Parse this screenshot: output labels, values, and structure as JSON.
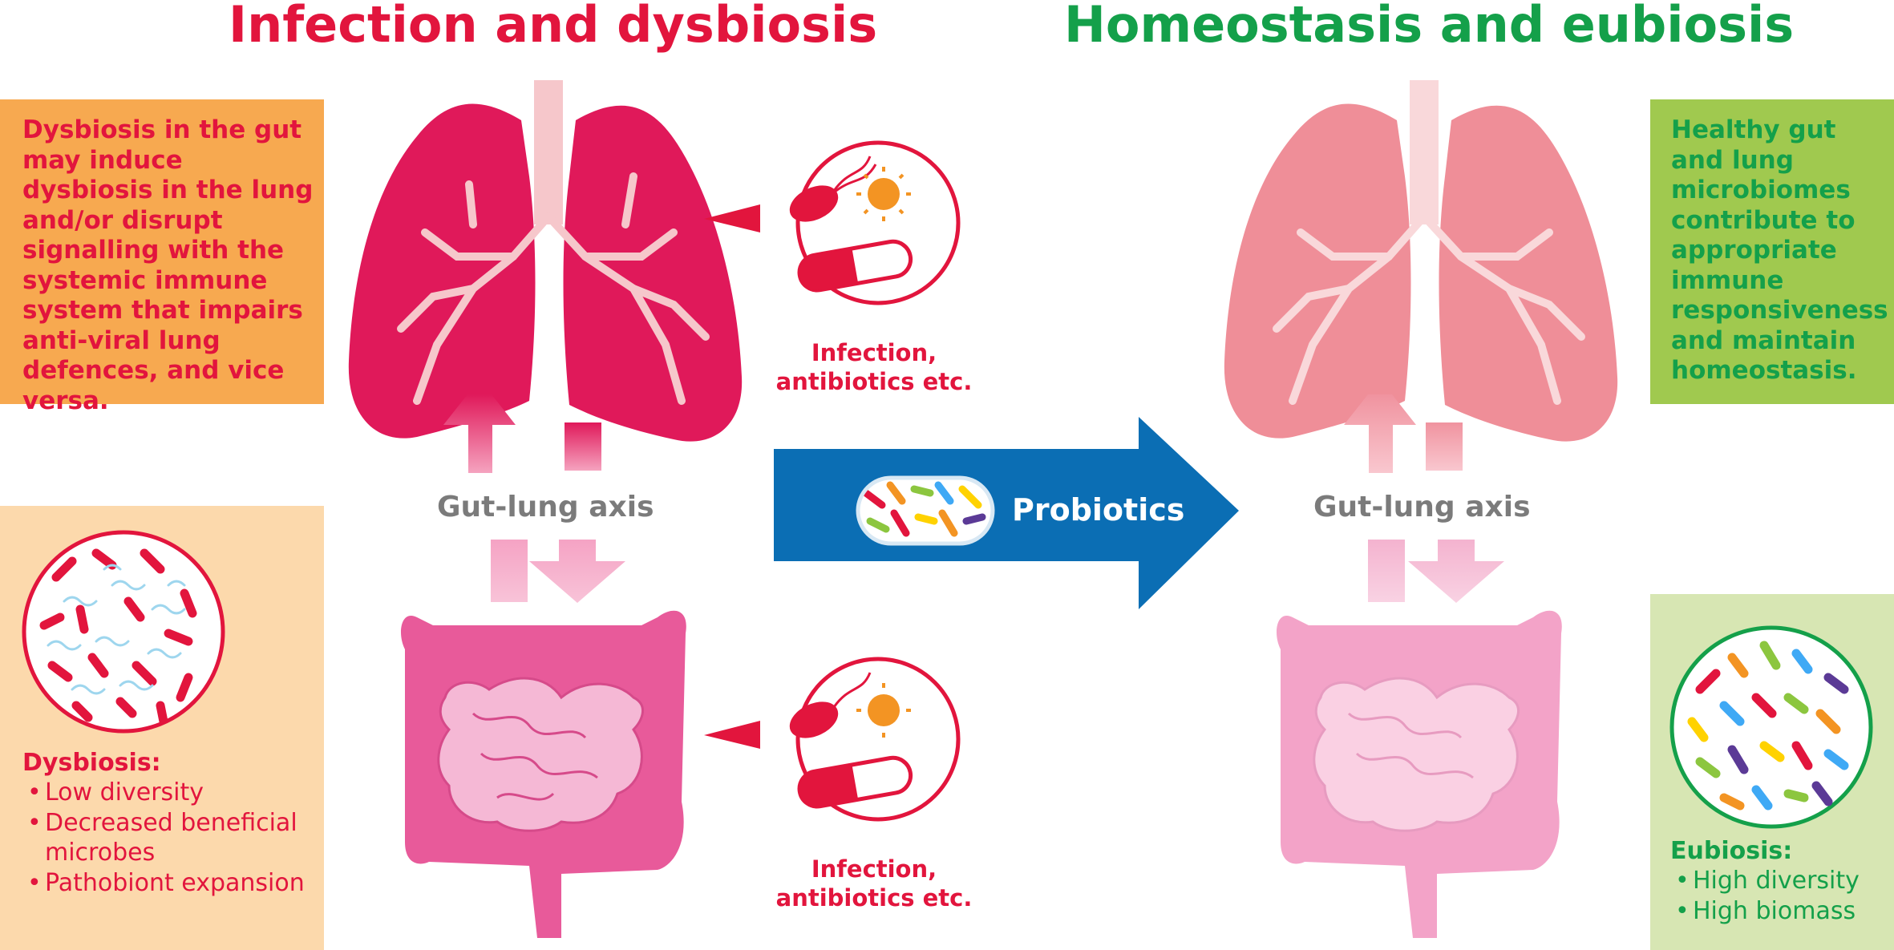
{
  "titles": {
    "left": "Infection and dysbiosis",
    "right": "Homeostasis and eubiosis"
  },
  "left_panel": {
    "description": "Dysbiosis in the gut may induce dysbiosis in the lung and/or disrupt signalling with the systemic immune system that impairs anti-viral lung defences, and vice versa.",
    "list_heading": "Dysbiosis:",
    "list_items": [
      "Low diversity",
      "Decreased beneficial microbes",
      "Pathobiont expansion"
    ]
  },
  "right_panel": {
    "description": "Healthy gut and lung microbiomes contribute to appropriate immune responsiveness and maintain homeostasis.",
    "list_heading": "Eubiosis:",
    "list_items": [
      "High diversity",
      "High biomass"
    ]
  },
  "axis_label_left": "Gut-lung axis",
  "axis_label_right": "Gut-lung axis",
  "cause_label_lung": "Infection, antibiotics etc.",
  "cause_label_gut": "Infection, antibiotics etc.",
  "center_arrow_label": "Probiotics",
  "colors": {
    "dysbiosis_red": "#e2153d",
    "eubiosis_green": "#14a04a",
    "lung_dysbiosis": "#e0195a",
    "lung_eubiosis": "#ef8e98",
    "gut_dysbiosis": "#e85a9a",
    "gut_eubiosis": "#f3a3c8",
    "probiotics_arrow": "#0b6eb4",
    "axis_text": "#7b7b7b",
    "orange_box": "#f7a950",
    "peach_box": "#fcd9ac",
    "green_box": "#a0c94f",
    "light_green_box": "#d7e6b3"
  },
  "icons": [
    "bacterium-icon",
    "virus-icon",
    "antibiotic-capsule-icon",
    "probiotic-capsule-icon",
    "lungs-icon",
    "intestine-icon",
    "microbiome-circle-icon"
  ]
}
